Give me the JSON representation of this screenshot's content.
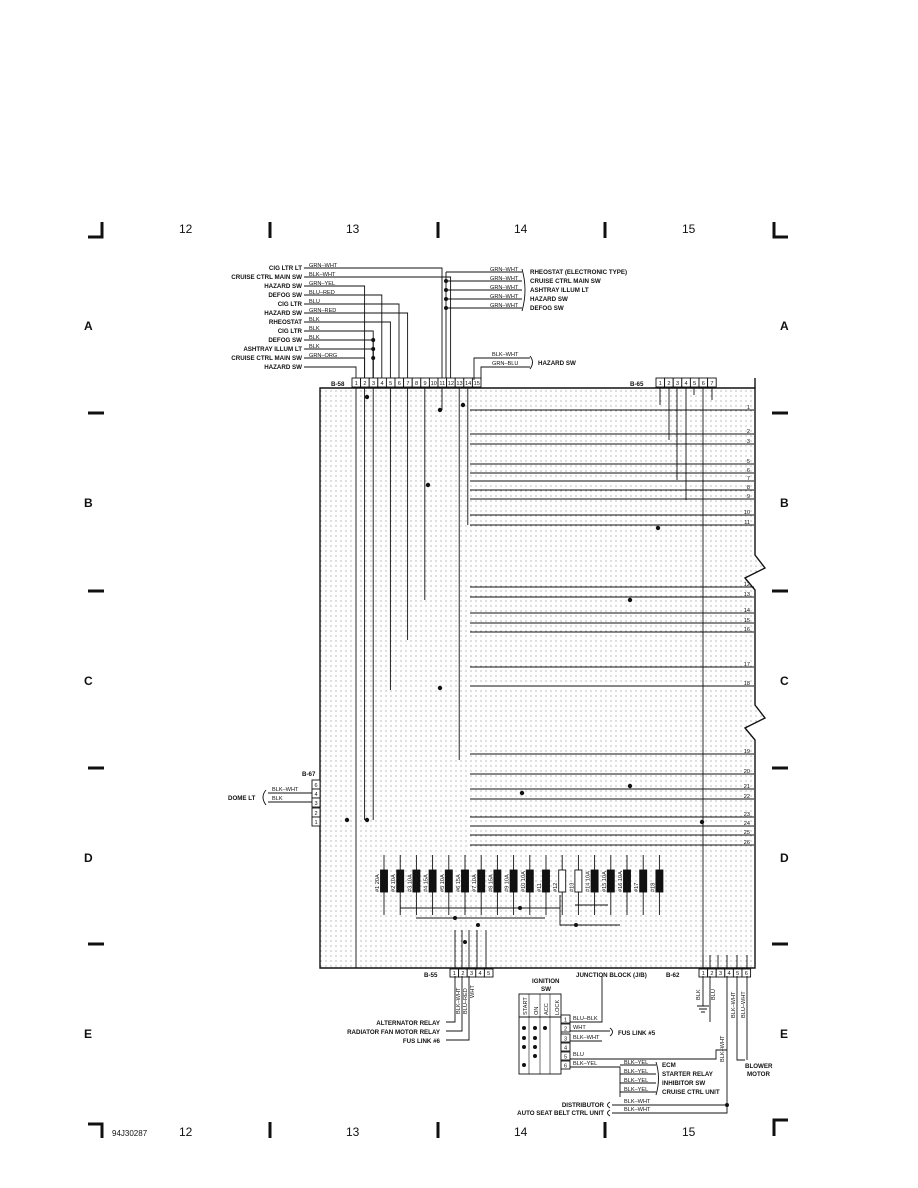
{
  "grid": {
    "columns": [
      "12",
      "13",
      "14",
      "15"
    ],
    "rows": [
      "A",
      "B",
      "C",
      "D",
      "E"
    ]
  },
  "figure_id": "94J30287",
  "junction_block": {
    "title": "JUNCTION BLOCK (J/B)",
    "connector_b58": "B-58",
    "connector_b65": "B-65",
    "connector_b67": "B-67",
    "connector_b55": "B-55",
    "connector_b62": "B-62"
  },
  "b58_left_labels": [
    {
      "dest": "CIG LTR LT",
      "wire": "GRN–WHT"
    },
    {
      "dest": "CRUISE CTRL MAIN SW",
      "wire": "BLK–WHT"
    },
    {
      "dest": "HAZARD SW",
      "wire": "GRN–YEL"
    },
    {
      "dest": "DEFOG SW",
      "wire": "BLU–RED"
    },
    {
      "dest": "CIG LTR",
      "wire": "BLU"
    },
    {
      "dest": "HAZARD SW",
      "wire": "GRN–RED"
    },
    {
      "dest": "RHEOSTAT",
      "wire": "BLK"
    },
    {
      "dest": "CIG LTR",
      "wire": "BLK"
    },
    {
      "dest": "DEFOG SW",
      "wire": "BLK"
    },
    {
      "dest": "ASHTRAY ILLUM LT",
      "wire": "BLK"
    },
    {
      "dest": "CRUISE CTRL MAIN SW",
      "wire": "GRN–ORG"
    },
    {
      "dest": "HAZARD SW",
      "wire": ""
    }
  ],
  "b58_right_labels": [
    {
      "wire": "GRN–WHT",
      "dest": "RHEOSTAT (ELECTRONIC TYPE)"
    },
    {
      "wire": "GRN–WHT",
      "dest": "CRUISE CTRL MAIN SW"
    },
    {
      "wire": "GRN–WHT",
      "dest": "ASHTRAY ILLUM LT"
    },
    {
      "wire": "GRN–WHT",
      "dest": "HAZARD SW"
    },
    {
      "wire": "GRN–WHT",
      "dest": "DEFOG SW"
    }
  ],
  "hazard_right": {
    "wire1": "BLK–WHT",
    "wire2": "GRN–BLU",
    "dest": "HAZARD SW"
  },
  "b58_pins": [
    "1",
    "2",
    "3",
    "4",
    "5",
    "6",
    "7",
    "8",
    "9",
    "10",
    "11",
    "12",
    "13",
    "14",
    "15"
  ],
  "b65_pins": [
    "1",
    "2",
    "3",
    "4",
    "5",
    "6",
    "7"
  ],
  "b67_pins": [
    "6",
    "4",
    "3",
    "2",
    "1"
  ],
  "b55_pins": [
    "1",
    "2",
    "3",
    "4",
    "5"
  ],
  "b62_pins": [
    "1",
    "2",
    "3",
    "4",
    "5",
    "6"
  ],
  "internal_bus_numbers": [
    "1",
    "2",
    "3",
    "5",
    "6",
    "7",
    "8",
    "9",
    "10",
    "11",
    "12",
    "13",
    "14",
    "15",
    "16",
    "17",
    "18",
    "19",
    "20",
    "21",
    "22",
    "23",
    "24",
    "25",
    "26"
  ],
  "dome": {
    "dest": "DOME LT",
    "wire1": "BLK–WHT",
    "wire2": "BLK"
  },
  "fuses": [
    "#1 20A",
    "#2 10A",
    "#3 10A",
    "#4 15A",
    "#5 10A",
    "#6 15A",
    "#7 10A",
    "#8 15A",
    "#9 10A",
    "#10 10A",
    "#11",
    "#12",
    "#13",
    "#14 10A",
    "#15 10A",
    "#16 10A",
    "#17",
    "#18"
  ],
  "b55_wires": [
    "BLK–WHT",
    "BLU–RED",
    "WHT"
  ],
  "b55_dests": [
    "ALTERNATOR RELAY",
    "RADIATOR FAN MOTOR RELAY",
    "FUS LINK #6"
  ],
  "b62_wires": [
    "BLK",
    "BLU",
    "BLK–WHT",
    "BLU–WHT"
  ],
  "blower": "BLOWER MOTOR",
  "ignition": {
    "title": "IGNITION SW",
    "positions": [
      "START",
      "ON",
      "ACC",
      "LOCK"
    ],
    "terminals": [
      "1",
      "2",
      "3",
      "4",
      "5",
      "6"
    ],
    "wires": [
      "BLU–BLK",
      "WHT",
      "BLK–WHT",
      "",
      "BLU",
      "BLK–YEL"
    ],
    "fus_link": "FUS LINK #5",
    "blk_wht_label": "BLK–WHT"
  },
  "bottom_right_labels": [
    {
      "wire": "BLK–YEL",
      "dest": "ECM"
    },
    {
      "wire": "BLK–YEL",
      "dest": "STARTER RELAY"
    },
    {
      "wire": "BLK–YEL",
      "dest": "INHIBITOR SW"
    },
    {
      "wire": "BLK–YEL",
      "dest": "CRUISE CTRL UNIT"
    }
  ],
  "distributor": {
    "dest": "DISTRIBUTOR",
    "wire": "BLK–WHT"
  },
  "auto_seat": {
    "dest": "AUTO SEAT BELT CTRL UNIT",
    "wire": "BLK–WHT"
  }
}
